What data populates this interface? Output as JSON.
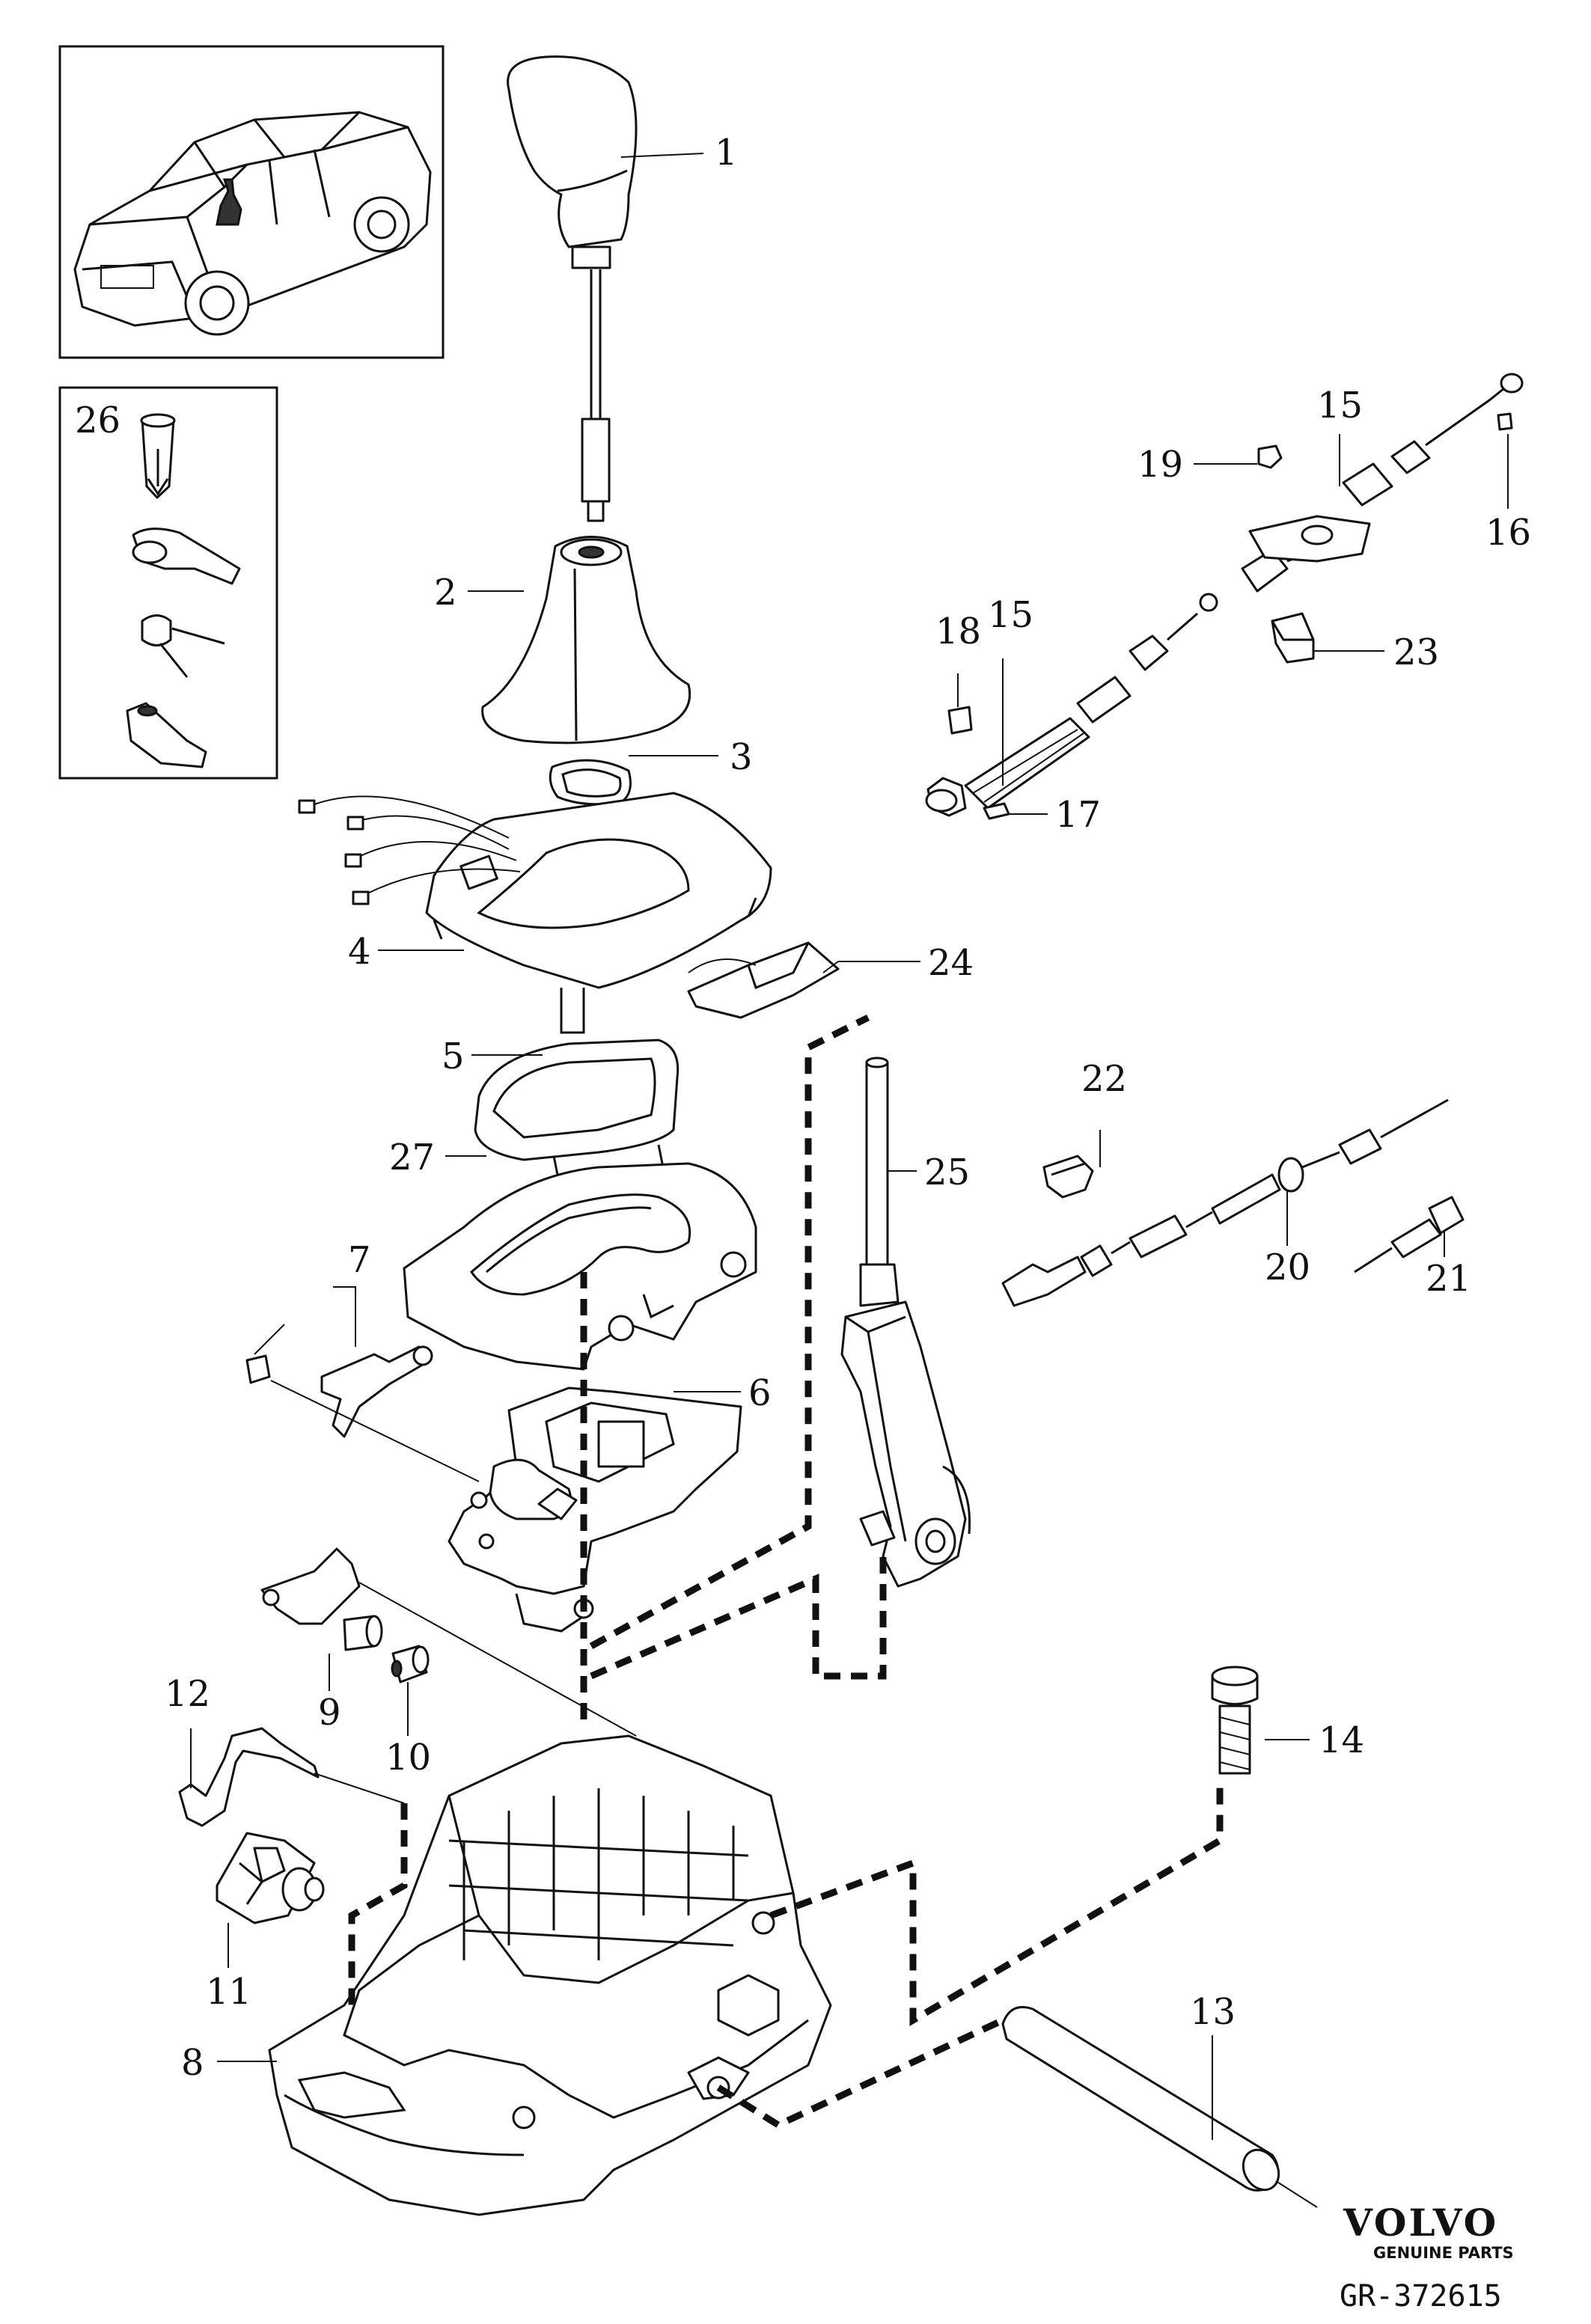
{
  "diagram": {
    "reference_code": "GR-372615",
    "brand": {
      "name": "VOLVO",
      "tagline": "GENUINE PARTS"
    },
    "callouts": [
      {
        "id": "1",
        "label": "1"
      },
      {
        "id": "2",
        "label": "2"
      },
      {
        "id": "3",
        "label": "3"
      },
      {
        "id": "4",
        "label": "4"
      },
      {
        "id": "5",
        "label": "5"
      },
      {
        "id": "6",
        "label": "6"
      },
      {
        "id": "7",
        "label": "7"
      },
      {
        "id": "8",
        "label": "8"
      },
      {
        "id": "9",
        "label": "9"
      },
      {
        "id": "10",
        "label": "10"
      },
      {
        "id": "11",
        "label": "11"
      },
      {
        "id": "12",
        "label": "12"
      },
      {
        "id": "13",
        "label": "13"
      },
      {
        "id": "14",
        "label": "14"
      },
      {
        "id": "15a",
        "label": "15"
      },
      {
        "id": "15b",
        "label": "15"
      },
      {
        "id": "16",
        "label": "16"
      },
      {
        "id": "17",
        "label": "17"
      },
      {
        "id": "18",
        "label": "18"
      },
      {
        "id": "19",
        "label": "19"
      },
      {
        "id": "20",
        "label": "20"
      },
      {
        "id": "21",
        "label": "21"
      },
      {
        "id": "22",
        "label": "22"
      },
      {
        "id": "23",
        "label": "23"
      },
      {
        "id": "24",
        "label": "24"
      },
      {
        "id": "25",
        "label": "25"
      },
      {
        "id": "26",
        "label": "26"
      },
      {
        "id": "27",
        "label": "27"
      }
    ]
  }
}
